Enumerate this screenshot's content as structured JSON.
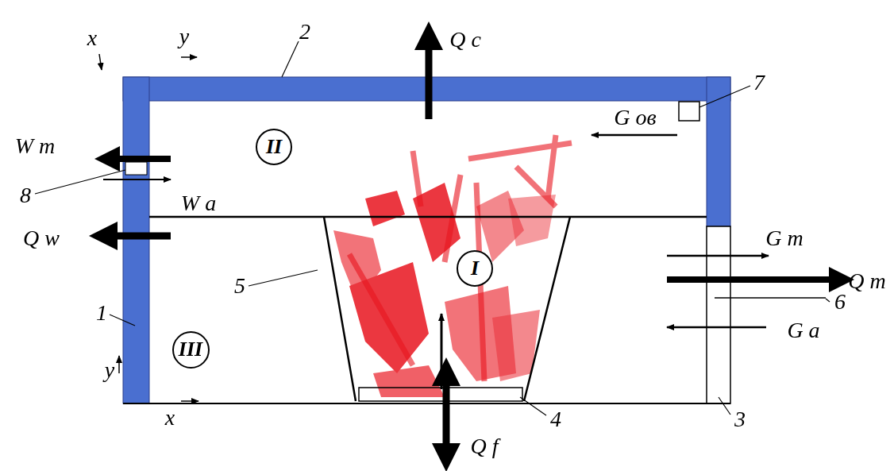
{
  "diagram": {
    "nodes": [
      {
        "text": [
          "II"
        ]
      },
      {
        "text": [
          "I"
        ]
      },
      {
        "text": [
          "III"
        ]
      }
    ],
    "labels": [
      "x",
      "y",
      "2",
      "Q c",
      "W m",
      "8",
      "W a",
      "Q w",
      "7",
      "G ов",
      "G m",
      "Q m",
      "6",
      "G a",
      "5",
      "1",
      "y",
      "x",
      "4",
      "Q f",
      "3"
    ]
  }
}
